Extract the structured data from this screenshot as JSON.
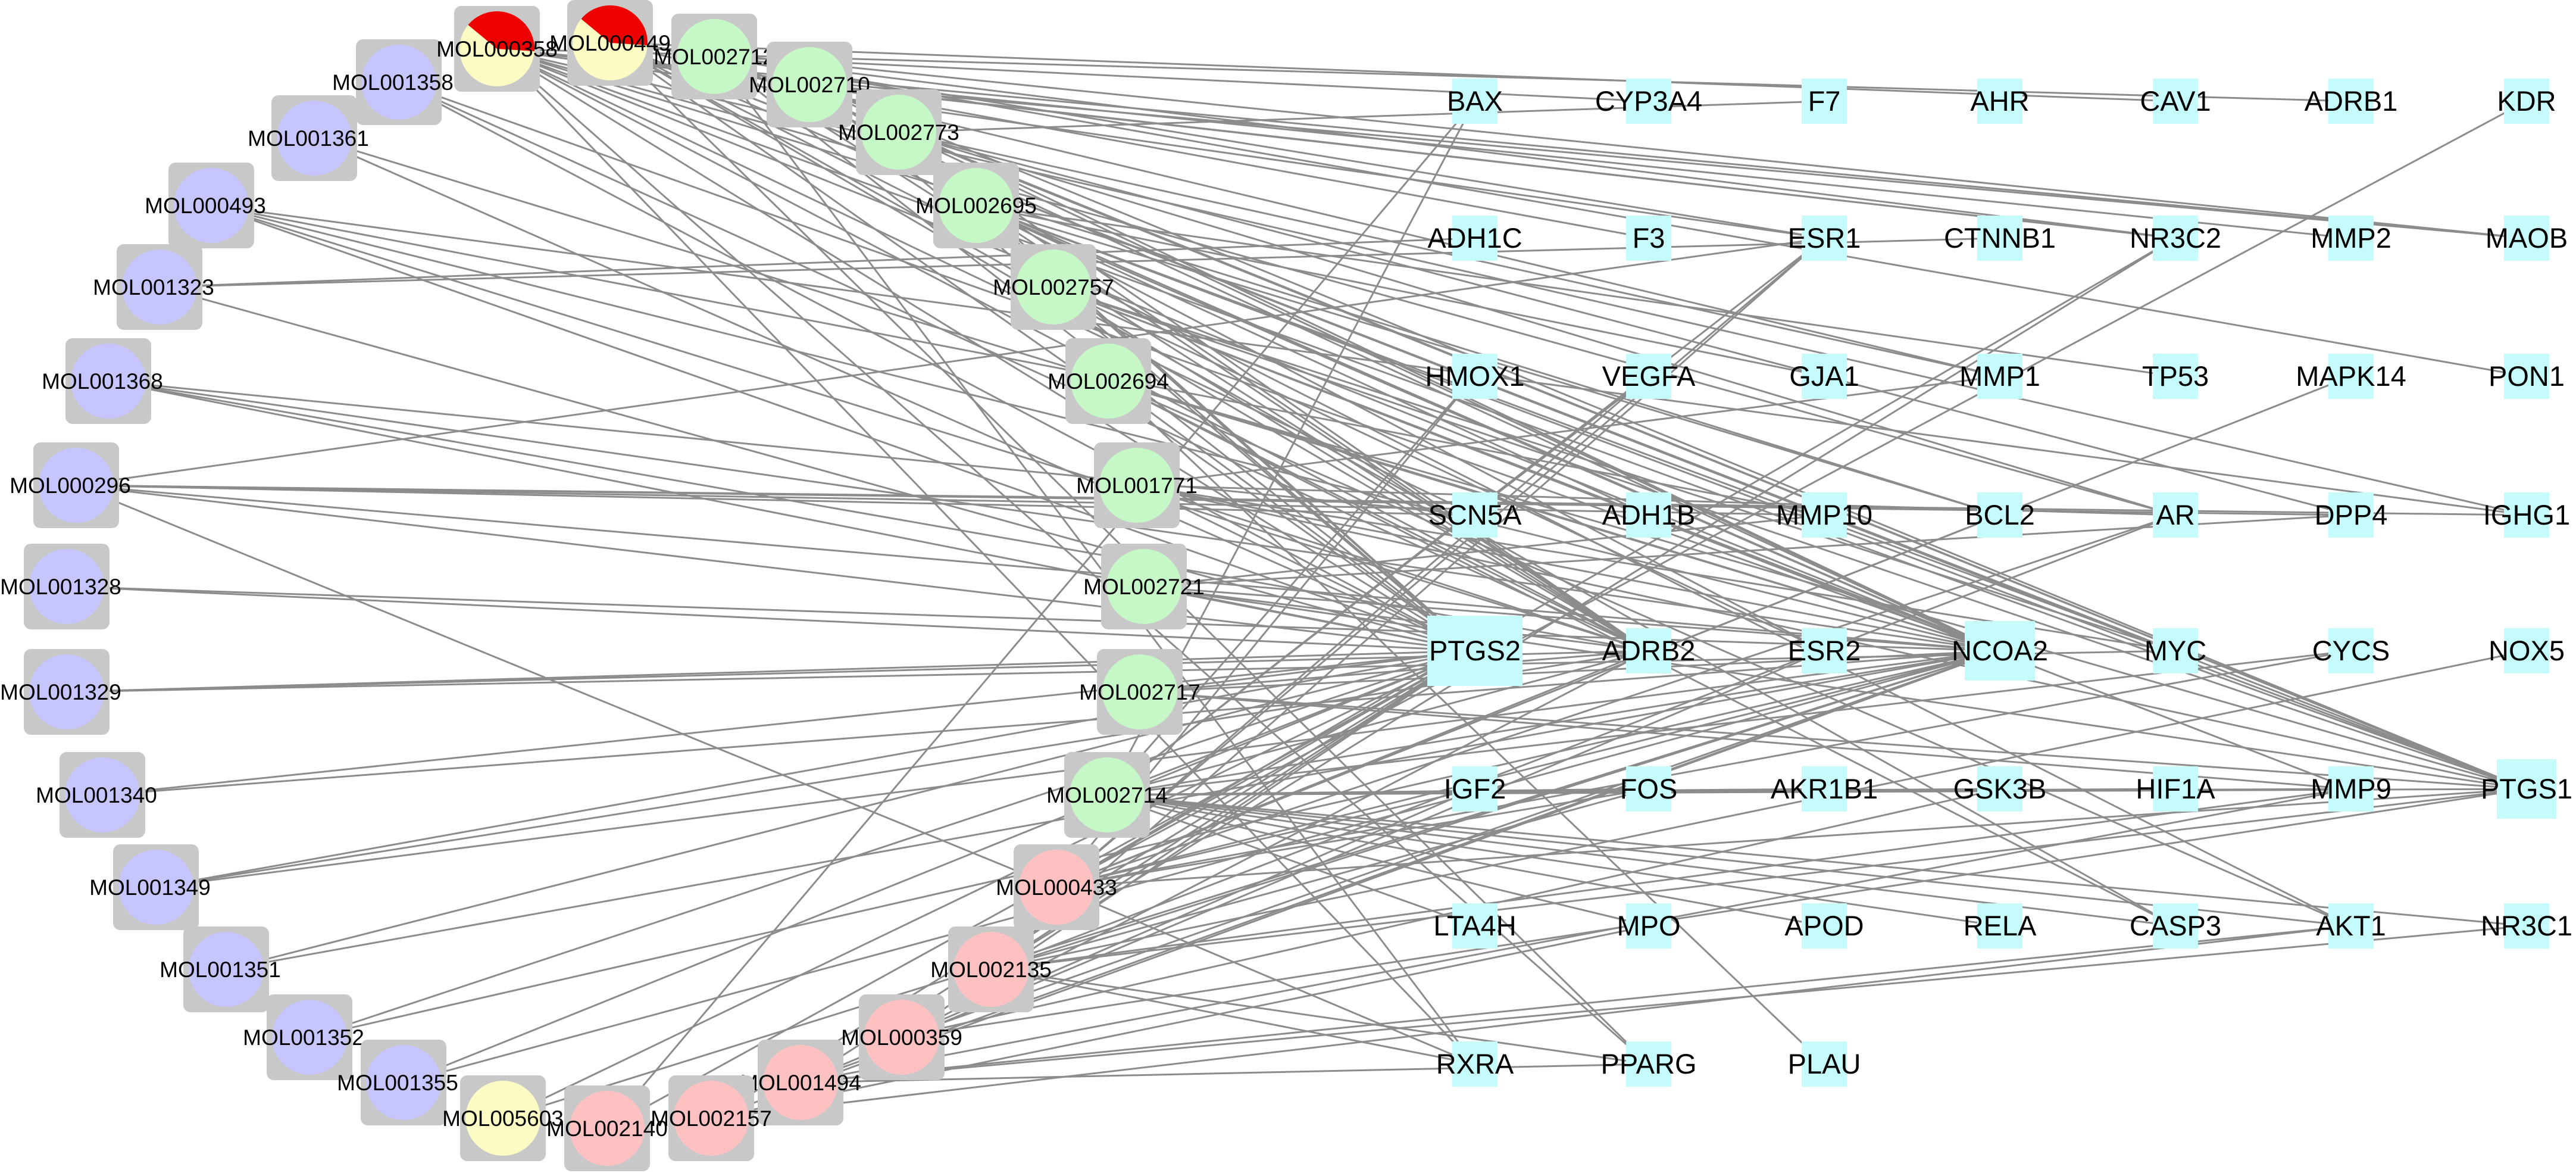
{
  "colors": {
    "background": "#ffffff",
    "edge": "#8c8c8c",
    "mol_box": "#c8c8c8",
    "target_box": "#c5fbfb",
    "purple": "#c7c5fd",
    "green": "#c6f7c6",
    "pink": "#fdc1c1",
    "yellow": "#fdfbc4",
    "red": "#ee0000"
  },
  "molecules": [
    {
      "id": "MOL001358",
      "label": "MOL001358",
      "color": "purple"
    },
    {
      "id": "MOL000358",
      "label": "MOL000358",
      "color": "yellow",
      "wedge": "red"
    },
    {
      "id": "MOL000449",
      "label": "MOL000449",
      "color": "yellow",
      "wedge": "red"
    },
    {
      "id": "MOL002712",
      "label": "MOL002712",
      "color": "green"
    },
    {
      "id": "MOL002710",
      "label": "MOL002710",
      "color": "green"
    },
    {
      "id": "MOL001361",
      "label": "MOL001361",
      "color": "purple"
    },
    {
      "id": "MOL002773",
      "label": "MOL002773",
      "color": "green"
    },
    {
      "id": "MOL000493",
      "label": "MOL000493",
      "color": "purple"
    },
    {
      "id": "MOL002695",
      "label": "MOL002695",
      "color": "green"
    },
    {
      "id": "MOL001323",
      "label": "MOL001323",
      "color": "purple"
    },
    {
      "id": "MOL002757",
      "label": "MOL002757",
      "color": "green"
    },
    {
      "id": "MOL001368",
      "label": "MOL001368",
      "color": "purple"
    },
    {
      "id": "MOL002694",
      "label": "MOL002694",
      "color": "green"
    },
    {
      "id": "MOL000296",
      "label": "MOL000296",
      "color": "purple"
    },
    {
      "id": "MOL001771",
      "label": "MOL001771",
      "color": "green"
    },
    {
      "id": "MOL001328",
      "label": "MOL001328",
      "color": "purple"
    },
    {
      "id": "MOL002721",
      "label": "MOL002721",
      "color": "green"
    },
    {
      "id": "MOL001329",
      "label": "MOL001329",
      "color": "purple"
    },
    {
      "id": "MOL002717",
      "label": "MOL002717",
      "color": "green"
    },
    {
      "id": "MOL001340",
      "label": "MOL001340",
      "color": "purple"
    },
    {
      "id": "MOL002714",
      "label": "MOL002714",
      "color": "green"
    },
    {
      "id": "MOL001349",
      "label": "MOL001349",
      "color": "purple"
    },
    {
      "id": "MOL000433",
      "label": "MOL000433",
      "color": "pink"
    },
    {
      "id": "MOL001351",
      "label": "MOL001351",
      "color": "purple"
    },
    {
      "id": "MOL002135",
      "label": "MOL002135",
      "color": "pink"
    },
    {
      "id": "MOL001352",
      "label": "MOL001352",
      "color": "purple"
    },
    {
      "id": "MOL000359",
      "label": "MOL000359",
      "color": "pink"
    },
    {
      "id": "MOL001355",
      "label": "MOL001355",
      "color": "purple"
    },
    {
      "id": "MOL001494",
      "label": "MOL001494",
      "color": "pink"
    },
    {
      "id": "MOL005603",
      "label": "MOL005603",
      "color": "yellow"
    },
    {
      "id": "MOL002140",
      "label": "MOL002140",
      "color": "pink"
    },
    {
      "id": "MOL002157",
      "label": "MOL002157",
      "color": "pink"
    }
  ],
  "targets": [
    {
      "id": "BAX",
      "label": "BAX"
    },
    {
      "id": "CYP3A4",
      "label": "CYP3A4"
    },
    {
      "id": "F7",
      "label": "F7"
    },
    {
      "id": "AHR",
      "label": "AHR"
    },
    {
      "id": "CAV1",
      "label": "CAV1"
    },
    {
      "id": "ADRB1",
      "label": "ADRB1"
    },
    {
      "id": "KDR",
      "label": "KDR"
    },
    {
      "id": "ADH1C",
      "label": "ADH1C"
    },
    {
      "id": "F3",
      "label": "F3"
    },
    {
      "id": "ESR1",
      "label": "ESR1"
    },
    {
      "id": "CTNNB1",
      "label": "CTNNB1"
    },
    {
      "id": "NR3C2",
      "label": "NR3C2"
    },
    {
      "id": "MMP2",
      "label": "MMP2"
    },
    {
      "id": "MAOB",
      "label": "MAOB"
    },
    {
      "id": "HMOX1",
      "label": "HMOX1"
    },
    {
      "id": "VEGFA",
      "label": "VEGFA"
    },
    {
      "id": "GJA1",
      "label": "GJA1"
    },
    {
      "id": "MMP1",
      "label": "MMP1"
    },
    {
      "id": "TP53",
      "label": "TP53"
    },
    {
      "id": "MAPK14",
      "label": "MAPK14"
    },
    {
      "id": "PON1",
      "label": "PON1"
    },
    {
      "id": "SCN5A",
      "label": "SCN5A"
    },
    {
      "id": "ADH1B",
      "label": "ADH1B"
    },
    {
      "id": "MMP10",
      "label": "MMP10"
    },
    {
      "id": "BCL2",
      "label": "BCL2"
    },
    {
      "id": "AR",
      "label": "AR"
    },
    {
      "id": "DPP4",
      "label": "DPP4"
    },
    {
      "id": "IGHG1",
      "label": "IGHG1"
    },
    {
      "id": "PTGS2",
      "label": "PTGS2"
    },
    {
      "id": "ADRB2",
      "label": "ADRB2"
    },
    {
      "id": "ESR2",
      "label": "ESR2"
    },
    {
      "id": "NCOA2",
      "label": "NCOA2"
    },
    {
      "id": "MYC",
      "label": "MYC"
    },
    {
      "id": "CYCS",
      "label": "CYCS"
    },
    {
      "id": "NOX5",
      "label": "NOX5"
    },
    {
      "id": "IGF2",
      "label": "IGF2"
    },
    {
      "id": "FOS",
      "label": "FOS"
    },
    {
      "id": "AKR1B1",
      "label": "AKR1B1"
    },
    {
      "id": "GSK3B",
      "label": "GSK3B"
    },
    {
      "id": "HIF1A",
      "label": "HIF1A"
    },
    {
      "id": "MMP9",
      "label": "MMP9"
    },
    {
      "id": "PTGS1",
      "label": "PTGS1"
    },
    {
      "id": "LTA4H",
      "label": "LTA4H"
    },
    {
      "id": "MPO",
      "label": "MPO"
    },
    {
      "id": "APOD",
      "label": "APOD"
    },
    {
      "id": "RELA",
      "label": "RELA"
    },
    {
      "id": "CASP3",
      "label": "CASP3"
    },
    {
      "id": "AKT1",
      "label": "AKT1"
    },
    {
      "id": "NR3C1",
      "label": "NR3C1"
    },
    {
      "id": "RXRA",
      "label": "RXRA"
    },
    {
      "id": "PPARG",
      "label": "PPARG"
    },
    {
      "id": "PLAU",
      "label": "PLAU"
    }
  ],
  "edges": [
    [
      "MOL001358",
      "PTGS2"
    ],
    [
      "MOL001358",
      "NCOA2"
    ],
    [
      "MOL001358",
      "ADRB2"
    ],
    [
      "MOL000358",
      "ADRB1"
    ],
    [
      "MOL000358",
      "NR3C2"
    ],
    [
      "MOL000358",
      "MMP2"
    ],
    [
      "MOL000358",
      "PTGS2"
    ],
    [
      "MOL000358",
      "NCOA2"
    ],
    [
      "MOL000358",
      "ADRB2"
    ],
    [
      "MOL000358",
      "PTGS1"
    ],
    [
      "MOL000358",
      "ESR1"
    ],
    [
      "MOL000358",
      "AR"
    ],
    [
      "MOL000358",
      "MAOB"
    ],
    [
      "MOL000358",
      "SCN5A"
    ],
    [
      "MOL000358",
      "BCL2"
    ],
    [
      "MOL000358",
      "PPARG"
    ],
    [
      "MOL000358",
      "RXRA"
    ],
    [
      "MOL000358",
      "IGHG1"
    ],
    [
      "MOL000449",
      "CAV1"
    ],
    [
      "MOL000449",
      "NR3C2"
    ],
    [
      "MOL000449",
      "PTGS2"
    ],
    [
      "MOL000449",
      "NCOA2"
    ],
    [
      "MOL000449",
      "ADRB2"
    ],
    [
      "MOL000449",
      "PTGS1"
    ],
    [
      "MOL000449",
      "MMP1"
    ],
    [
      "MOL000449",
      "MAOB"
    ],
    [
      "MOL000449",
      "CASP3"
    ],
    [
      "MOL000449",
      "AKT1"
    ],
    [
      "MOL000449",
      "PPARG"
    ],
    [
      "MOL000449",
      "MYC"
    ],
    [
      "MOL002712",
      "PTGS2"
    ],
    [
      "MOL002712",
      "NCOA2"
    ],
    [
      "MOL002712",
      "ADRB2"
    ],
    [
      "MOL002712",
      "PTGS1"
    ],
    [
      "MOL002712",
      "PON1"
    ],
    [
      "MOL002712",
      "ESR1"
    ],
    [
      "MOL002712",
      "RXRA"
    ],
    [
      "MOL002710",
      "PTGS2"
    ],
    [
      "MOL002710",
      "NCOA2"
    ],
    [
      "MOL002710",
      "ADRB2"
    ],
    [
      "MOL002710",
      "PTGS1"
    ],
    [
      "MOL002710",
      "F3"
    ],
    [
      "MOL002710",
      "NR3C2"
    ],
    [
      "MOL001361",
      "PTGS2"
    ],
    [
      "MOL001361",
      "NCOA2"
    ],
    [
      "MOL002773",
      "F7"
    ],
    [
      "MOL002773",
      "PTGS2"
    ],
    [
      "MOL002773",
      "NCOA2"
    ],
    [
      "MOL002773",
      "ADRB2"
    ],
    [
      "MOL002773",
      "PTGS1"
    ],
    [
      "MOL002773",
      "MMP1"
    ],
    [
      "MOL002773",
      "AR"
    ],
    [
      "MOL002773",
      "DPP4"
    ],
    [
      "MOL000493",
      "PTGS2"
    ],
    [
      "MOL000493",
      "NCOA2"
    ],
    [
      "MOL000493",
      "ADRB2"
    ],
    [
      "MOL000493",
      "MMP10"
    ],
    [
      "MOL002695",
      "PTGS2"
    ],
    [
      "MOL002695",
      "NCOA2"
    ],
    [
      "MOL002695",
      "ADRB2"
    ],
    [
      "MOL002695",
      "PTGS1"
    ],
    [
      "MOL002695",
      "ESR2"
    ],
    [
      "MOL002695",
      "GJA1"
    ],
    [
      "MOL002695",
      "BCL2"
    ],
    [
      "MOL002695",
      "MYC"
    ],
    [
      "MOL002695",
      "ADH1B"
    ],
    [
      "MOL001323",
      "ADH1C"
    ],
    [
      "MOL001323",
      "CTNNB1"
    ],
    [
      "MOL001323",
      "PTGS2"
    ],
    [
      "MOL002757",
      "PTGS2"
    ],
    [
      "MOL002757",
      "NCOA2"
    ],
    [
      "MOL002757",
      "ADRB2"
    ],
    [
      "MOL002757",
      "PTGS1"
    ],
    [
      "MOL002757",
      "MYC"
    ],
    [
      "MOL002757",
      "MMP9"
    ],
    [
      "MOL002757",
      "ESR2"
    ],
    [
      "MOL001368",
      "PTGS2"
    ],
    [
      "MOL001368",
      "NCOA2"
    ],
    [
      "MOL001368",
      "ADRB2"
    ],
    [
      "MOL001368",
      "SCN5A"
    ],
    [
      "MOL002694",
      "PTGS2"
    ],
    [
      "MOL002694",
      "NCOA2"
    ],
    [
      "MOL002694",
      "ADRB2"
    ],
    [
      "MOL002694",
      "PTGS1"
    ],
    [
      "MOL002694",
      "CASP3"
    ],
    [
      "MOL002694",
      "AKT1"
    ],
    [
      "MOL000296",
      "PTGS2"
    ],
    [
      "MOL000296",
      "NCOA2"
    ],
    [
      "MOL000296",
      "SCN5A"
    ],
    [
      "MOL000296",
      "MMP10"
    ],
    [
      "MOL000296",
      "MOL000433"
    ],
    [
      "MOL000296",
      "ESR1"
    ],
    [
      "MOL000296",
      "DPP4"
    ],
    [
      "MOL000296",
      "IGHG1"
    ],
    [
      "MOL001771",
      "PTGS2"
    ],
    [
      "MOL001771",
      "NCOA2"
    ],
    [
      "MOL001771",
      "AR"
    ],
    [
      "MOL001771",
      "ADRB2"
    ],
    [
      "MOL001771",
      "PTGS1"
    ],
    [
      "MOL001771",
      "MYC"
    ],
    [
      "MOL001328",
      "PTGS2"
    ],
    [
      "MOL001328",
      "NCOA2"
    ],
    [
      "MOL002721",
      "PTGS2"
    ],
    [
      "MOL002721",
      "NCOA2"
    ],
    [
      "MOL002721",
      "DPP4"
    ],
    [
      "MOL002721",
      "PTGS1"
    ],
    [
      "MOL002721",
      "ADRB2"
    ],
    [
      "MOL002721",
      "MMP10"
    ],
    [
      "MOL001329",
      "PTGS2"
    ],
    [
      "MOL001329",
      "ADRB2"
    ],
    [
      "MOL001329",
      "MYC"
    ],
    [
      "MOL002717",
      "PTGS2"
    ],
    [
      "MOL002717",
      "NCOA2"
    ],
    [
      "MOL002717",
      "MMP9"
    ],
    [
      "MOL002717",
      "PTGS1"
    ],
    [
      "MOL002717",
      "ADRB2"
    ],
    [
      "MOL001340",
      "PTGS2"
    ],
    [
      "MOL001340",
      "NCOA2"
    ],
    [
      "MOL002714",
      "PTGS2"
    ],
    [
      "MOL002714",
      "NCOA2"
    ],
    [
      "MOL002714",
      "ADRB2"
    ],
    [
      "MOL002714",
      "PTGS1"
    ],
    [
      "MOL002714",
      "FOS"
    ],
    [
      "MOL002714",
      "GSK3B"
    ],
    [
      "MOL002714",
      "CASP3"
    ],
    [
      "MOL002714",
      "MPO"
    ],
    [
      "MOL002714",
      "RELA"
    ],
    [
      "MOL002714",
      "AKT1"
    ],
    [
      "MOL002714",
      "MMP9"
    ],
    [
      "MOL002714",
      "NR3C1"
    ],
    [
      "MOL002714",
      "VEGFA"
    ],
    [
      "MOL002714",
      "HMOX1"
    ],
    [
      "MOL002714",
      "ESR1"
    ],
    [
      "MOL002714",
      "BAX"
    ],
    [
      "MOL002714",
      "CYCS"
    ],
    [
      "MOL001349",
      "PTGS2"
    ],
    [
      "MOL001349",
      "ADRB2"
    ],
    [
      "MOL001349",
      "NCOA2"
    ],
    [
      "MOL000433",
      "PTGS2"
    ],
    [
      "MOL000433",
      "NCOA2"
    ],
    [
      "MOL000433",
      "ADRB2"
    ],
    [
      "MOL000433",
      "PTGS1"
    ],
    [
      "MOL000433",
      "RXRA"
    ],
    [
      "MOL000433",
      "HMOX1"
    ],
    [
      "MOL000433",
      "VEGFA"
    ],
    [
      "MOL000433",
      "ESR1"
    ],
    [
      "MOL000433",
      "FOS"
    ],
    [
      "MOL000433",
      "IGF2"
    ],
    [
      "MOL000433",
      "BCL2"
    ],
    [
      "MOL000433",
      "AR"
    ],
    [
      "MOL000433",
      "KDR"
    ],
    [
      "MOL000433",
      "MAPK14"
    ],
    [
      "MOL000433",
      "NR3C2"
    ],
    [
      "MOL000433",
      "CYCS"
    ],
    [
      "MOL001351",
      "PTGS2"
    ],
    [
      "MOL001351",
      "NCOA2"
    ],
    [
      "MOL002135",
      "PTGS2"
    ],
    [
      "MOL002135",
      "NCOA2"
    ],
    [
      "MOL002135",
      "PTGS1"
    ],
    [
      "MOL002135",
      "PPARG"
    ],
    [
      "MOL002135",
      "RXRA"
    ],
    [
      "MOL002135",
      "FOS"
    ],
    [
      "MOL002135",
      "ESR1"
    ],
    [
      "MOL002135",
      "NOX5"
    ],
    [
      "MOL002135",
      "NR3C2"
    ],
    [
      "MOL002135",
      "MMP9"
    ],
    [
      "MOL002135",
      "AR"
    ],
    [
      "MOL001352",
      "PTGS2"
    ],
    [
      "MOL001352",
      "NCOA2"
    ],
    [
      "MOL000359",
      "PTGS2"
    ],
    [
      "MOL000359",
      "NCOA2"
    ],
    [
      "MOL000359",
      "PTGS1"
    ],
    [
      "MOL000359",
      "ADRB2"
    ],
    [
      "MOL000359",
      "IGF2"
    ],
    [
      "MOL000359",
      "GSK3B"
    ],
    [
      "MOL001355",
      "PTGS2"
    ],
    [
      "MOL001355",
      "NCOA2"
    ],
    [
      "MOL001494",
      "PTGS2"
    ],
    [
      "MOL001494",
      "NCOA2"
    ],
    [
      "MOL001494",
      "NR3C1"
    ],
    [
      "MOL001494",
      "MMP9"
    ],
    [
      "MOL001494",
      "AKT1"
    ],
    [
      "MOL001494",
      "ESR2"
    ],
    [
      "MOL001494",
      "PPARG"
    ],
    [
      "MOL005603",
      "PTGS2"
    ],
    [
      "MOL005603",
      "NCOA2"
    ],
    [
      "MOL002140",
      "BAX"
    ],
    [
      "MOL002140",
      "PTGS2"
    ],
    [
      "MOL002157",
      "PTGS2"
    ],
    [
      "MOL002157",
      "NCOA2"
    ],
    [
      "MOL002157",
      "AKT1"
    ],
    [
      "MOL002157",
      "MPO"
    ],
    [
      "MOL002710",
      "MAOB"
    ],
    [
      "MOL002712",
      "CYP3A4"
    ],
    [
      "MOL002694",
      "PLAU"
    ],
    [
      "MOL002714",
      "APOD"
    ],
    [
      "MOL002714",
      "LTA4H"
    ],
    [
      "MOL002714",
      "AKR1B1"
    ],
    [
      "MOL002714",
      "HIF1A"
    ],
    [
      "MOL001771",
      "MMP1"
    ],
    [
      "MOL002695",
      "TP53"
    ],
    [
      "MOL000493",
      "IGHG1"
    ]
  ]
}
